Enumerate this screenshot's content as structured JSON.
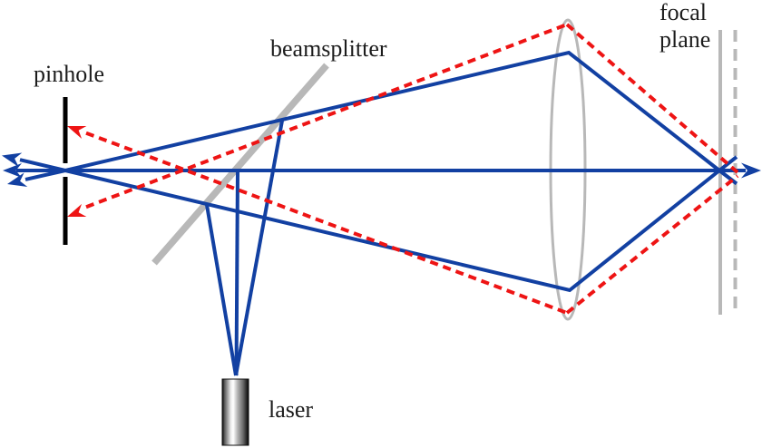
{
  "diagram": {
    "labels": {
      "pinhole": "pinhole",
      "beamsplitter": "beamsplitter",
      "laser": "laser",
      "focal_plane": {
        "line1": "focal",
        "line2": "plane"
      }
    },
    "colors": {
      "in_focus_ray": "#1240a2",
      "out_of_focus_ray": "#ee1414",
      "optic_gray": "#b8b8b8",
      "pinhole_black": "#000000",
      "text": "#1c1c1c",
      "background": "#ffffff"
    }
  }
}
